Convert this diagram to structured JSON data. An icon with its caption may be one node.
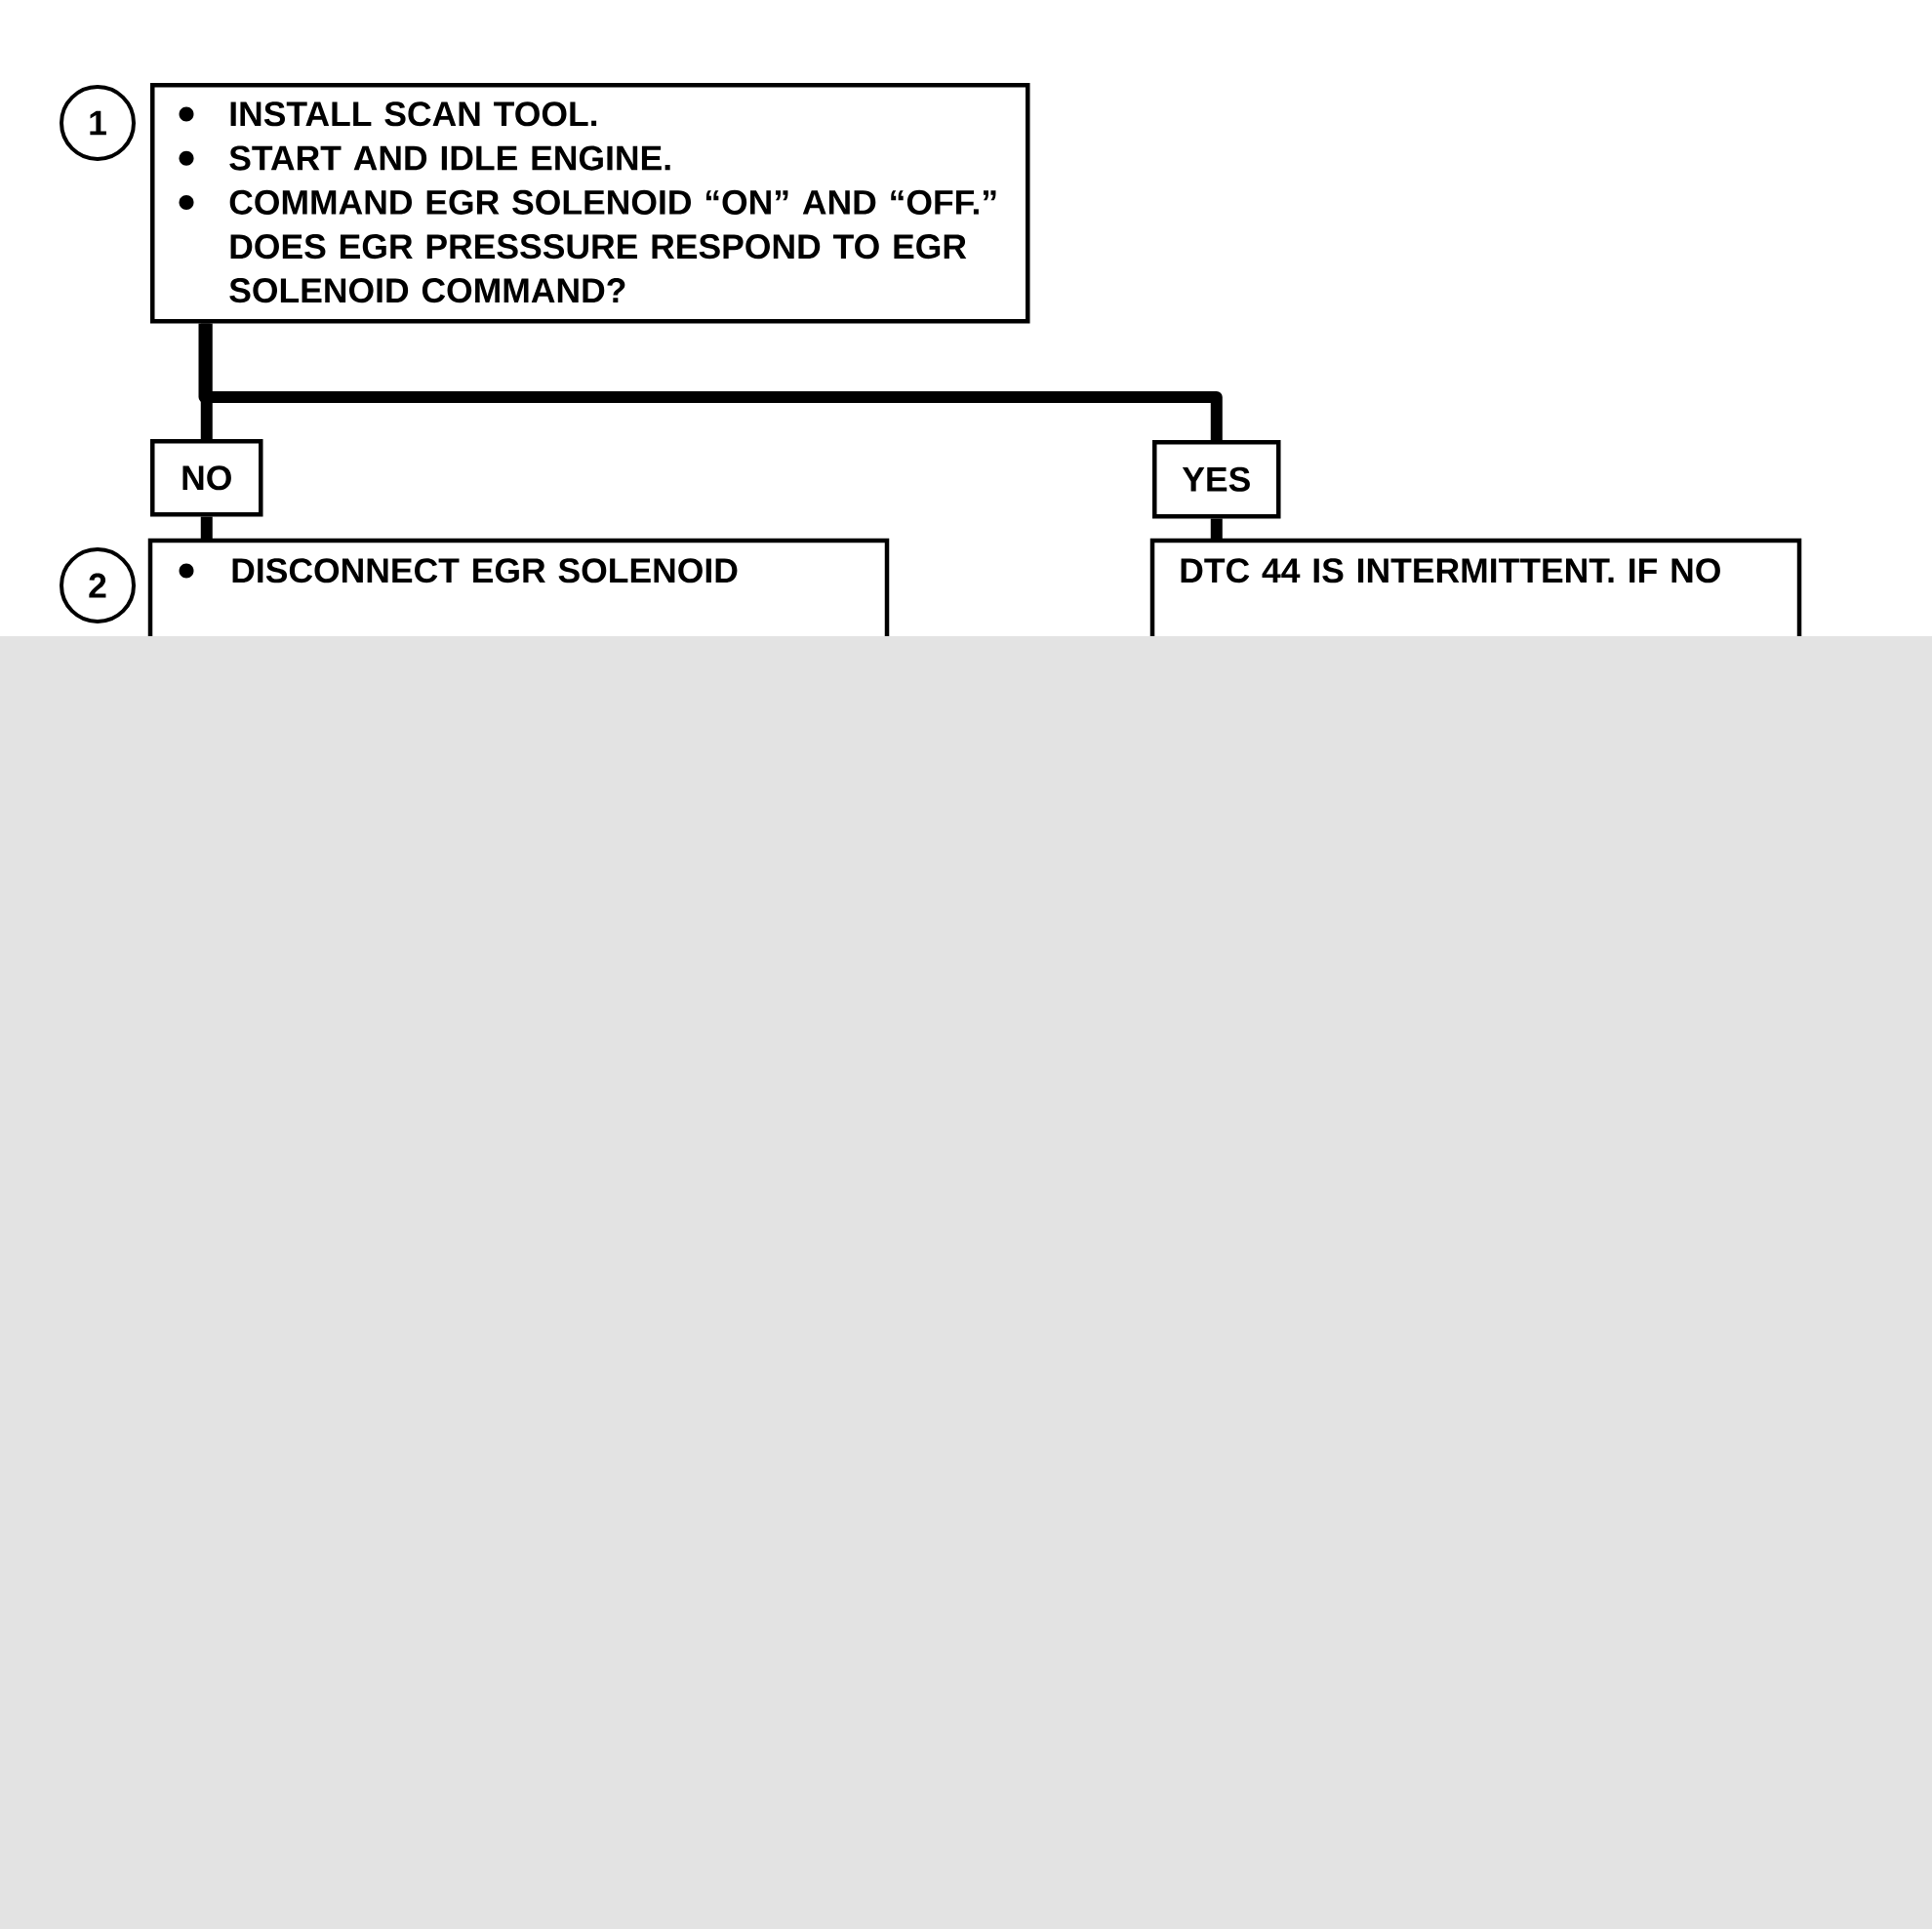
{
  "diagram": {
    "nodes": [
      {
        "text": [
          "1"
        ]
      },
      {
        "text": [
          "INSTALL SCAN TOOL.",
          "START AND IDLE ENGINE.",
          "COMMAND EGR SOLENOID “ON” AND “OFF.”",
          "DOES EGR PRESSSURE RESPOND TO EGR SOLENOID COMMAND?"
        ]
      },
      {
        "text": [
          "NO"
        ]
      },
      {
        "text": [
          "YES"
        ]
      },
      {
        "text": [
          "2"
        ]
      },
      {
        "text": [
          "DISCONNECT EGR SOLENOID"
        ]
      },
      {
        "text": [
          "DTC 44 IS INTERMITTENT. IF NO"
        ]
      }
    ],
    "edges": [
      {
        "from": 1,
        "to": 2,
        "arrow": "none"
      },
      {
        "from": 1,
        "to": 3,
        "arrow": "none"
      },
      {
        "from": 2,
        "to": 5,
        "arrow": "none"
      },
      {
        "from": 3,
        "to": 6,
        "arrow": "none"
      }
    ]
  }
}
